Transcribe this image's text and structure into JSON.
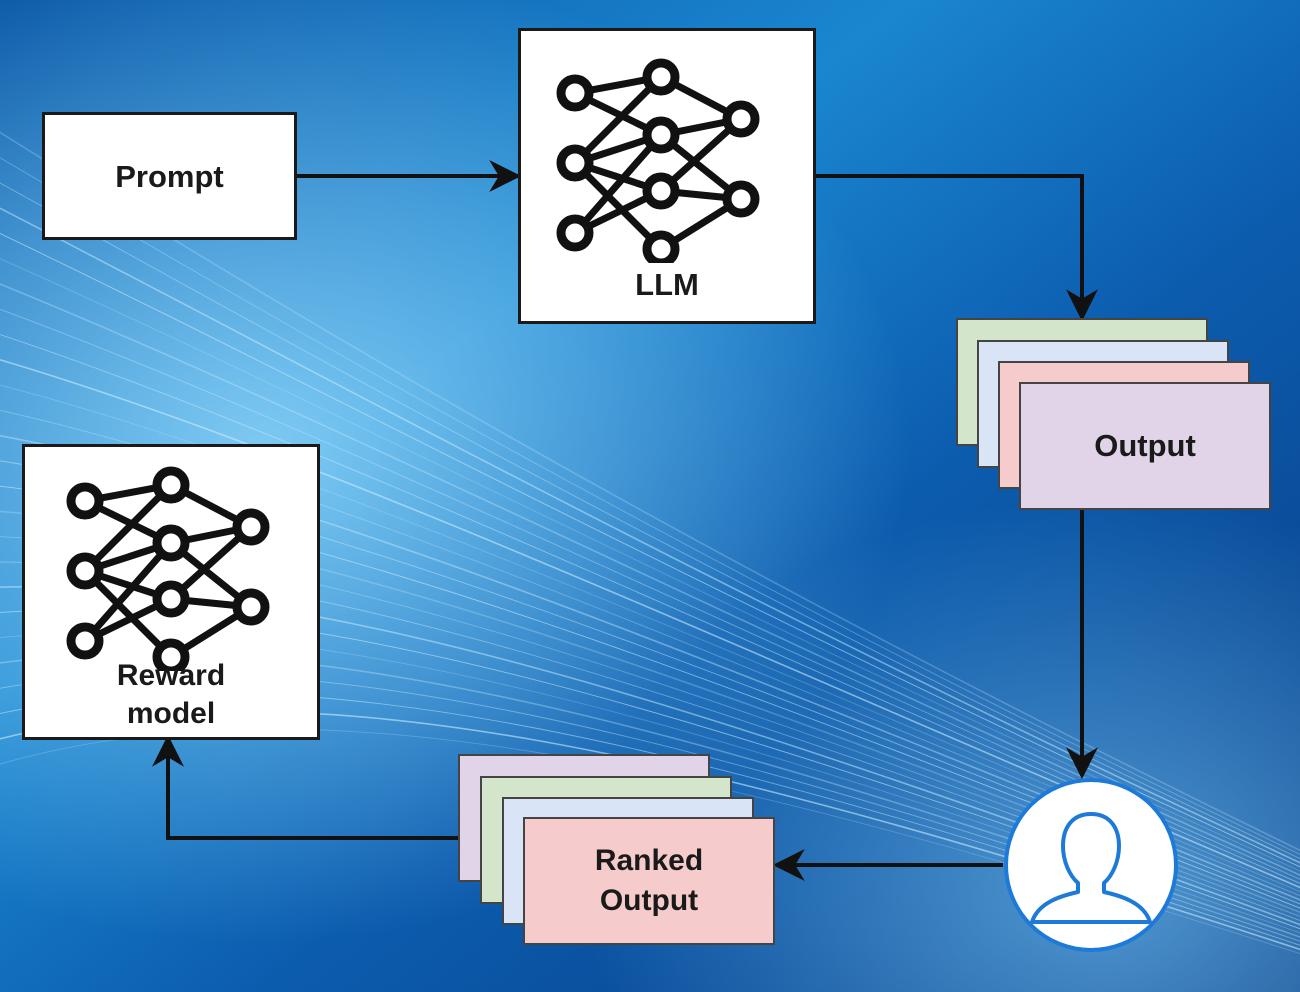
{
  "diagram": {
    "prompt_label": "Prompt",
    "llm_label": "LLM",
    "output_label": "Output",
    "reward_label_line1": "Reward",
    "reward_label_line2": "model",
    "ranked_label_line1": "Ranked",
    "ranked_label_line2": "Output"
  },
  "icons": {
    "model_icon": "neural-network-icon",
    "human_icon": "user-icon"
  },
  "colors": {
    "background_dark": "#0a3f86",
    "background_light": "#2fa3e6",
    "box_fill": "#ffffff",
    "stroke": "#111111",
    "user_ring": "#1e7ad8",
    "card_green": "#d3e6cb",
    "card_blue": "#d9e4f6",
    "card_red": "#f5cbcb",
    "card_purple": "#e1d4e8"
  }
}
